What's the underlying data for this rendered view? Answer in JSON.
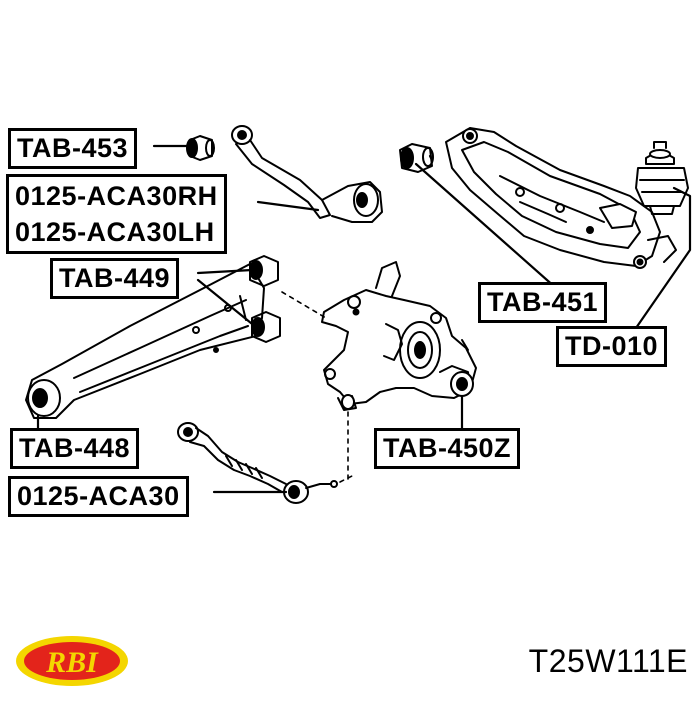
{
  "callouts": {
    "tab453": "TAB-453",
    "aca30rh": "0125-ACA30RH",
    "aca30lh": "0125-ACA30LH",
    "tab449": "TAB-449",
    "tab448": "TAB-448",
    "aca30": "0125-ACA30",
    "tab451": "TAB-451",
    "td010": "TD-010",
    "tab450z": "TAB-450Z"
  },
  "part_number": "T25W111E",
  "brand": {
    "logo_text": "RBI",
    "logo_outer_color": "#f4d600",
    "logo_inner_color": "#e3241b",
    "logo_text_color": "#f4d600"
  },
  "colors": {
    "line": "#000000",
    "background": "#ffffff"
  }
}
